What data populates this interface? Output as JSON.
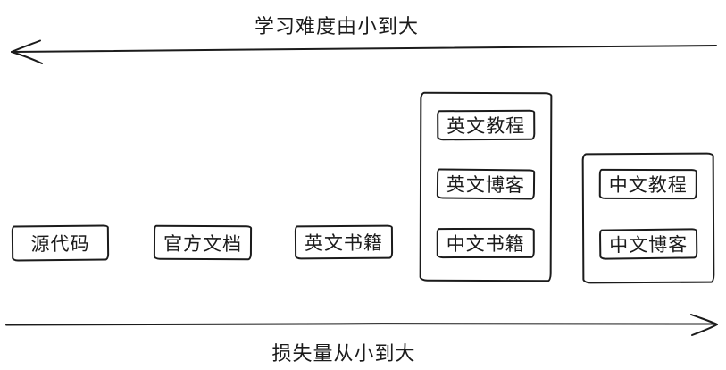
{
  "diagram": {
    "background": "#ffffff",
    "stroke_color": "#1b1b1b",
    "top_axis": {
      "label": "学习难度由小到大",
      "direction": "left"
    },
    "bottom_axis": {
      "label": "损失量从小到大",
      "direction": "right"
    },
    "nodes": [
      {
        "label": "源代码"
      },
      {
        "label": "官方文档"
      },
      {
        "label": "英文书籍"
      }
    ],
    "groups": [
      {
        "items": [
          {
            "label": "英文教程"
          },
          {
            "label": "英文博客"
          },
          {
            "label": "中文书籍"
          }
        ]
      },
      {
        "items": [
          {
            "label": "中文教程"
          },
          {
            "label": "中文博客"
          }
        ]
      }
    ]
  }
}
